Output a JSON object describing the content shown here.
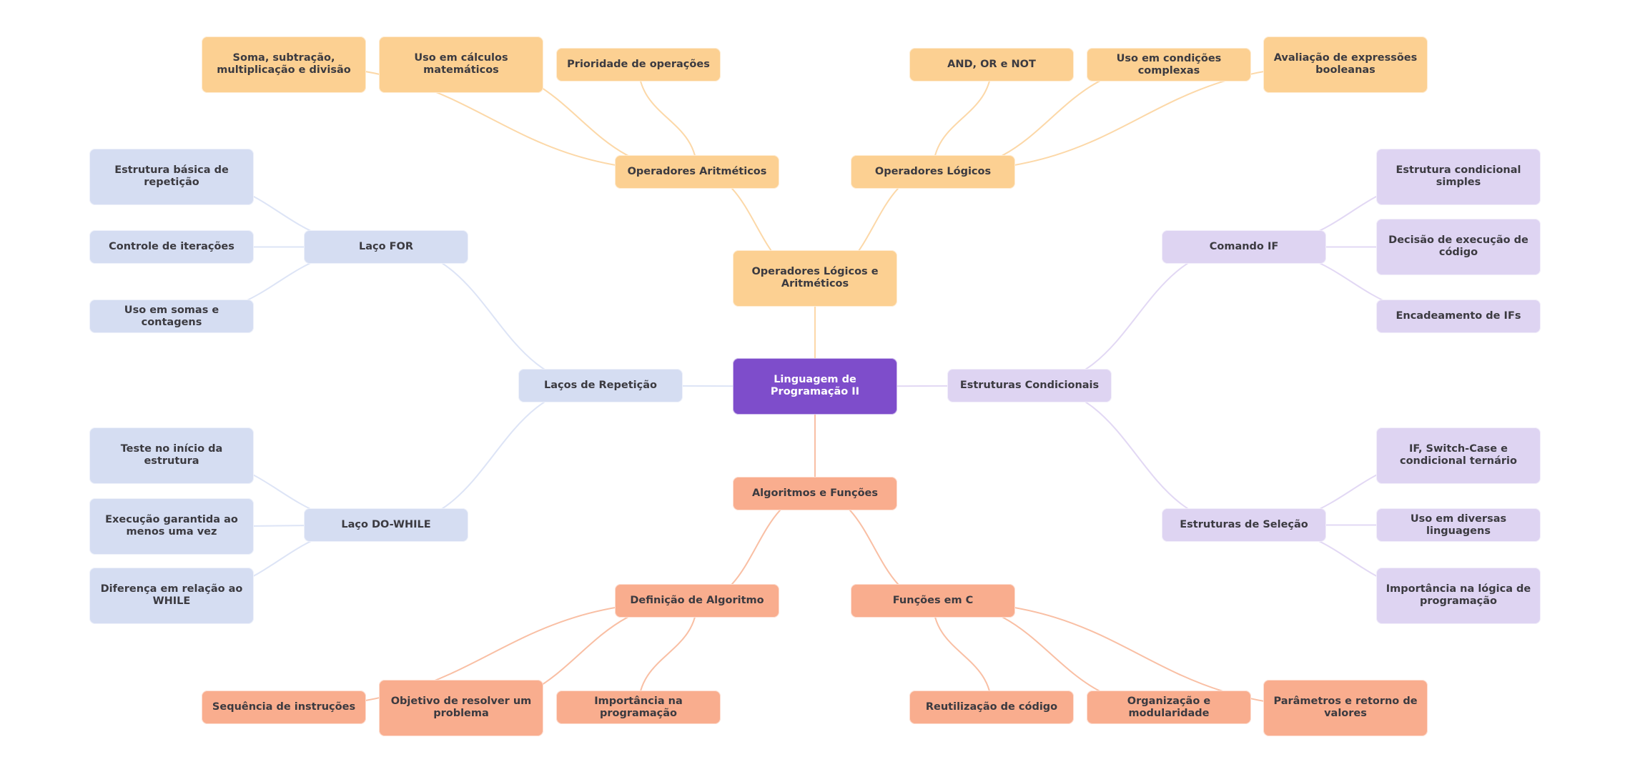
{
  "colors": {
    "root": "#7e4dcb",
    "orange": "#fcd092",
    "salmon": "#f9ad8e",
    "blue": "#d5ddf2",
    "lavender": "#ded4f2",
    "edge_orange": "#fcd8a8",
    "edge_salmon": "#f9bfa4",
    "edge_blue": "#dde4f6",
    "edge_lavender": "#e2d8f4"
  },
  "root": {
    "label": "Linguagem de Programação II"
  },
  "branches": {
    "operadores": {
      "label": "Operadores Lógicos e Aritméticos",
      "aritmeticos": {
        "label": "Operadores Aritméticos",
        "children": [
          "Soma, subtração, multiplicação e divisão",
          "Uso em cálculos matemáticos",
          "Prioridade de operações"
        ]
      },
      "logicos": {
        "label": "Operadores Lógicos",
        "children": [
          "AND, OR e NOT",
          "Uso em condições complexas",
          "Avaliação de expressões booleanas"
        ]
      }
    },
    "lacos": {
      "label": "Laços de Repetição",
      "for": {
        "label": "Laço FOR",
        "children": [
          "Estrutura básica de repetição",
          "Controle de iterações",
          "Uso em somas e contagens"
        ]
      },
      "dowhile": {
        "label": "Laço DO-WHILE",
        "children": [
          "Teste no início da estrutura",
          "Execução garantida ao menos uma vez",
          "Diferença em relação ao WHILE"
        ]
      }
    },
    "condicionais": {
      "label": "Estruturas Condicionais",
      "if": {
        "label": "Comando IF",
        "children": [
          "Estrutura condicional simples",
          "Decisão de execução de código",
          "Encadeamento de IFs"
        ]
      },
      "selecao": {
        "label": "Estruturas de Seleção",
        "children": [
          "IF, Switch-Case e condicional ternário",
          "Uso em diversas linguagens",
          "Importância na lógica de programação"
        ]
      }
    },
    "algoritmos": {
      "label": "Algoritmos e Funções",
      "definicao": {
        "label": "Definição de Algoritmo",
        "children": [
          "Sequência de instruções",
          "Objetivo de resolver um problema",
          "Importância na programação"
        ]
      },
      "funcoes": {
        "label": "Funções em C",
        "children": [
          "Reutilização de código",
          "Organização e modularidade",
          "Parâmetros e retorno de valores"
        ]
      }
    }
  }
}
